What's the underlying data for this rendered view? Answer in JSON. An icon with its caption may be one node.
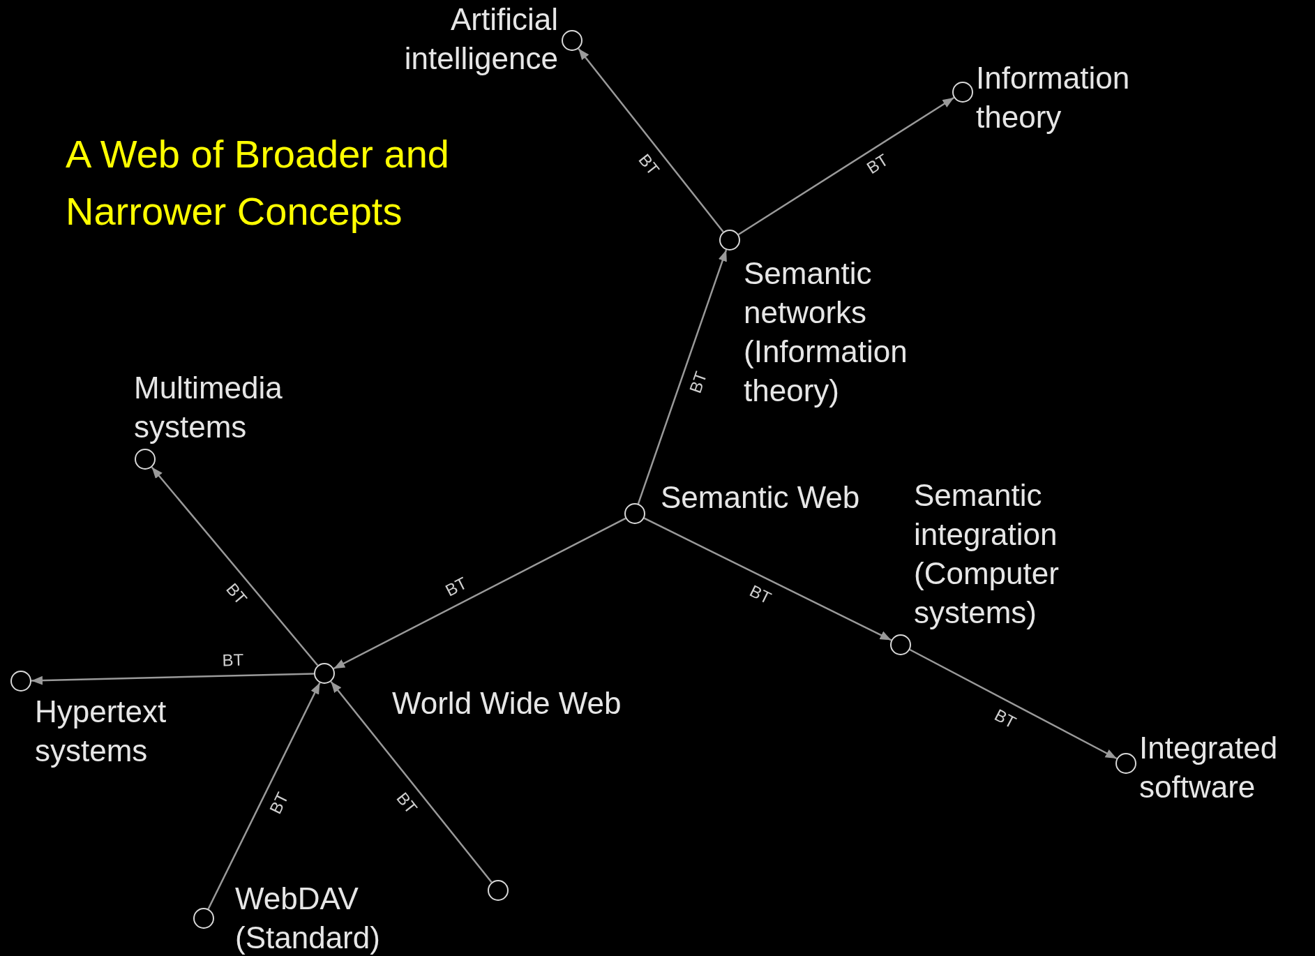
{
  "diagram": {
    "title": "A Web of Broader and Narrower Concepts",
    "nodes": [
      {
        "text": [
          "Artificial intelligence"
        ]
      },
      {
        "text": [
          "Information theory"
        ]
      },
      {
        "text": [
          "Semantic networks (Information theory)"
        ]
      },
      {
        "text": [
          "Semantic Web"
        ]
      },
      {
        "text": [
          "Multimedia systems"
        ]
      },
      {
        "text": [
          "World Wide Web"
        ]
      },
      {
        "text": [
          "Hypertext systems"
        ]
      },
      {
        "text": [
          "Semantic integration (Computer systems)"
        ]
      },
      {
        "text": [
          "Integrated software"
        ]
      },
      {
        "text": [
          "WebDAV (Standard)"
        ]
      },
      {
        "text": [],
        "shape": "circle"
      }
    ],
    "edges": [
      {
        "from": 2,
        "to": 0,
        "arrow": "to",
        "label": "BT"
      },
      {
        "from": 2,
        "to": 1,
        "arrow": "to",
        "label": "BT"
      },
      {
        "from": 3,
        "to": 2,
        "arrow": "to",
        "label": "BT"
      },
      {
        "from": 3,
        "to": 5,
        "arrow": "to",
        "label": "BT"
      },
      {
        "from": 5,
        "to": 4,
        "arrow": "to",
        "label": "BT"
      },
      {
        "from": 5,
        "to": 6,
        "arrow": "to",
        "label": "BT"
      },
      {
        "from": 9,
        "to": 5,
        "arrow": "to",
        "label": "BT"
      },
      {
        "from": 10,
        "to": 5,
        "arrow": "to",
        "label": "BT"
      },
      {
        "from": 3,
        "to": 7,
        "arrow": "to",
        "label": "BT"
      },
      {
        "from": 7,
        "to": 8,
        "arrow": "to",
        "label": "BT"
      }
    ]
  }
}
